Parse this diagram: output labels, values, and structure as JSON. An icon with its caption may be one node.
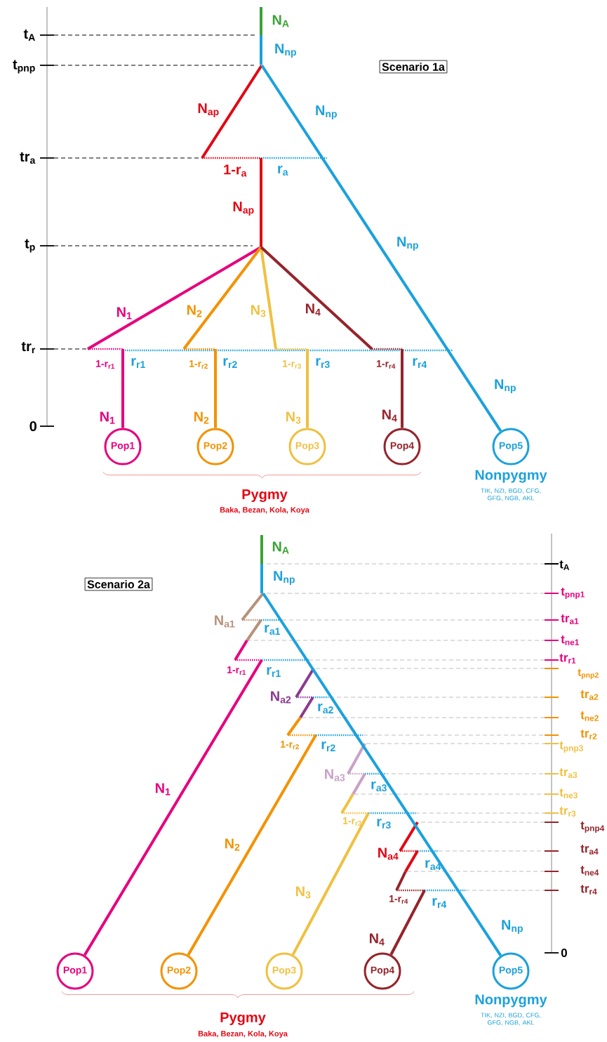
{
  "diagram": {
    "nodes": [
      {
        "text": [
          "Scenario 1a"
        ]
      },
      {
        "text": [
          "Pop1"
        ]
      },
      {
        "text": [
          "Pop2"
        ]
      },
      {
        "text": [
          "Pop3"
        ]
      },
      {
        "text": [
          "Pop4"
        ]
      },
      {
        "text": [
          "Pop5"
        ],
        "beside": [
          "Nonpygmy",
          "TIK, NZI, BGD, CFG, GFG, NGB, AKL"
        ]
      },
      {
        "text": [
          "Scenario 2a"
        ]
      },
      {
        "text": [
          "Pop1"
        ]
      },
      {
        "text": [
          "Pop2"
        ]
      },
      {
        "text": [
          "Pop3"
        ]
      },
      {
        "text": [
          "Pop4"
        ]
      },
      {
        "text": [
          "Pop5"
        ],
        "beside": [
          "Nonpygmy",
          "TIK, NZI, BGD, CFG, GFG, NGB, AKL"
        ]
      }
    ],
    "labels": [
      "t$_{A}$",
      "N$_{A}$",
      "N$_{np}$",
      "t$_{pnp}$",
      "N$_{ap}$",
      "N$_{np}$",
      "tr$_{a}$",
      "1-r$_{a}$",
      "r$_{a}$",
      "N$_{ap}$",
      "t$_{p}$",
      "N$_{np}$",
      "N$_{1}$",
      "N$_{2}$",
      "N$_{3}$",
      "N$_{4}$",
      "tr$_{r}$",
      "1-r$_{r1}$",
      "r$_{r1}$",
      "1-r$_{r2}$",
      "r$_{r2}$",
      "1-r$_{r3}$",
      "r$_{r3}$",
      "1-r$_{r4}$",
      "r$_{r4}$",
      "N$_{np}$",
      "0",
      "N$_{1}$",
      "N$_{2}$",
      "N$_{3}$",
      "N$_{4}$",
      "Pygmy",
      "Baka, Bezan, Kola, Koya",
      "N$_{A}$",
      "t$_{A}$",
      "N$_{np}$",
      "t$_{pnp1}$",
      "N$_{a1}$",
      "tr$_{a1}$",
      "r$_{a1}$",
      "t$_{ne1}$",
      "tr$_{r1}$",
      "1-r$_{r1}$",
      "r$_{r1}$",
      "t$_{pnp2}$",
      "N$_{a2}$",
      "tr$_{a2}$",
      "r$_{a2}$",
      "t$_{ne2}$",
      "tr$_{r2}$",
      "1-r$_{r2}$",
      "r$_{r2}$",
      "t$_{pnp3}$",
      "N$_{a3}$",
      "tr$_{a3}$",
      "N$_{1}$",
      "r$_{a3}$",
      "t$_{ne3}$",
      "tr$_{r3}$",
      "1-r$_{r3}$",
      "r$_{r3}$",
      "t$_{pnp4}$",
      "N$_{2}$",
      "N$_{a4}$",
      "tr$_{a4}$",
      "r$_{a4}$",
      "t$_{ne4}$",
      "N$_{3}$",
      "tr$_{r4}$",
      "1-r$_{r4}$",
      "r$_{r4}$",
      "N$_{np}$",
      "N$_{4}$",
      "0",
      "Pygmy",
      "Baka, Bezan, Kola, Koya"
    ]
  }
}
